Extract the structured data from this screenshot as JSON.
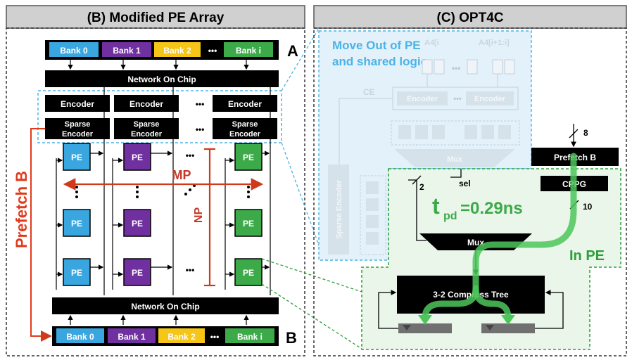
{
  "left_panel": {
    "title": "(B)  Modified PE Array",
    "banks_top": [
      "Bank 0",
      "Bank 1",
      "Bank 2",
      "Bank i"
    ],
    "banks_bottom": [
      "Bank 0",
      "Bank 1",
      "Bank 2",
      "Bank i"
    ],
    "dots": "•••",
    "label_a": "A",
    "label_b": "B",
    "noc_top": "Network On Chip",
    "noc_bottom": "Network On Chip",
    "encoder": "Encoder",
    "sparse_encoder_line1": "Sparse",
    "sparse_encoder_line2": "Encoder",
    "pe": "PE",
    "mp": "MP",
    "np": "NP",
    "prefetch_b": "Prefetch B"
  },
  "right_panel": {
    "title": "(C)  OPT4C",
    "move_out_line1": "Move Out of PE",
    "move_out_line2": "and shared logic",
    "a4_label": "A4[i+1:i]",
    "a4_left": "A4[i",
    "ce_label": "CE",
    "encoder": "Encoder",
    "mux_faded": "Mux",
    "sparse_encoder": "Sparse Encoder",
    "bus_8": "8",
    "bus_2": "2",
    "bus_10": "10",
    "sel": "sel",
    "prefetch_b": "Prefetch B",
    "cppg": "CPPG",
    "tpd_main": "t",
    "tpd_sub": "pd",
    "tpd_value": "=0.29ns",
    "mux": "Mux",
    "compress_tree": "3-2 Compress Tree",
    "in_pe": "In PE"
  },
  "colors": {
    "bank0": "#3aa6e0",
    "bank1": "#7030a0",
    "bank2": "#f5c518",
    "banki": "#3daa4a",
    "accent_red": "#e03a1c",
    "dark_red": "#c0392b",
    "shared_blue": "#4ab3e8",
    "green_box": "#2e9e3a",
    "green_path": "#4cc65a",
    "header_bg": "#d0d0d0"
  }
}
